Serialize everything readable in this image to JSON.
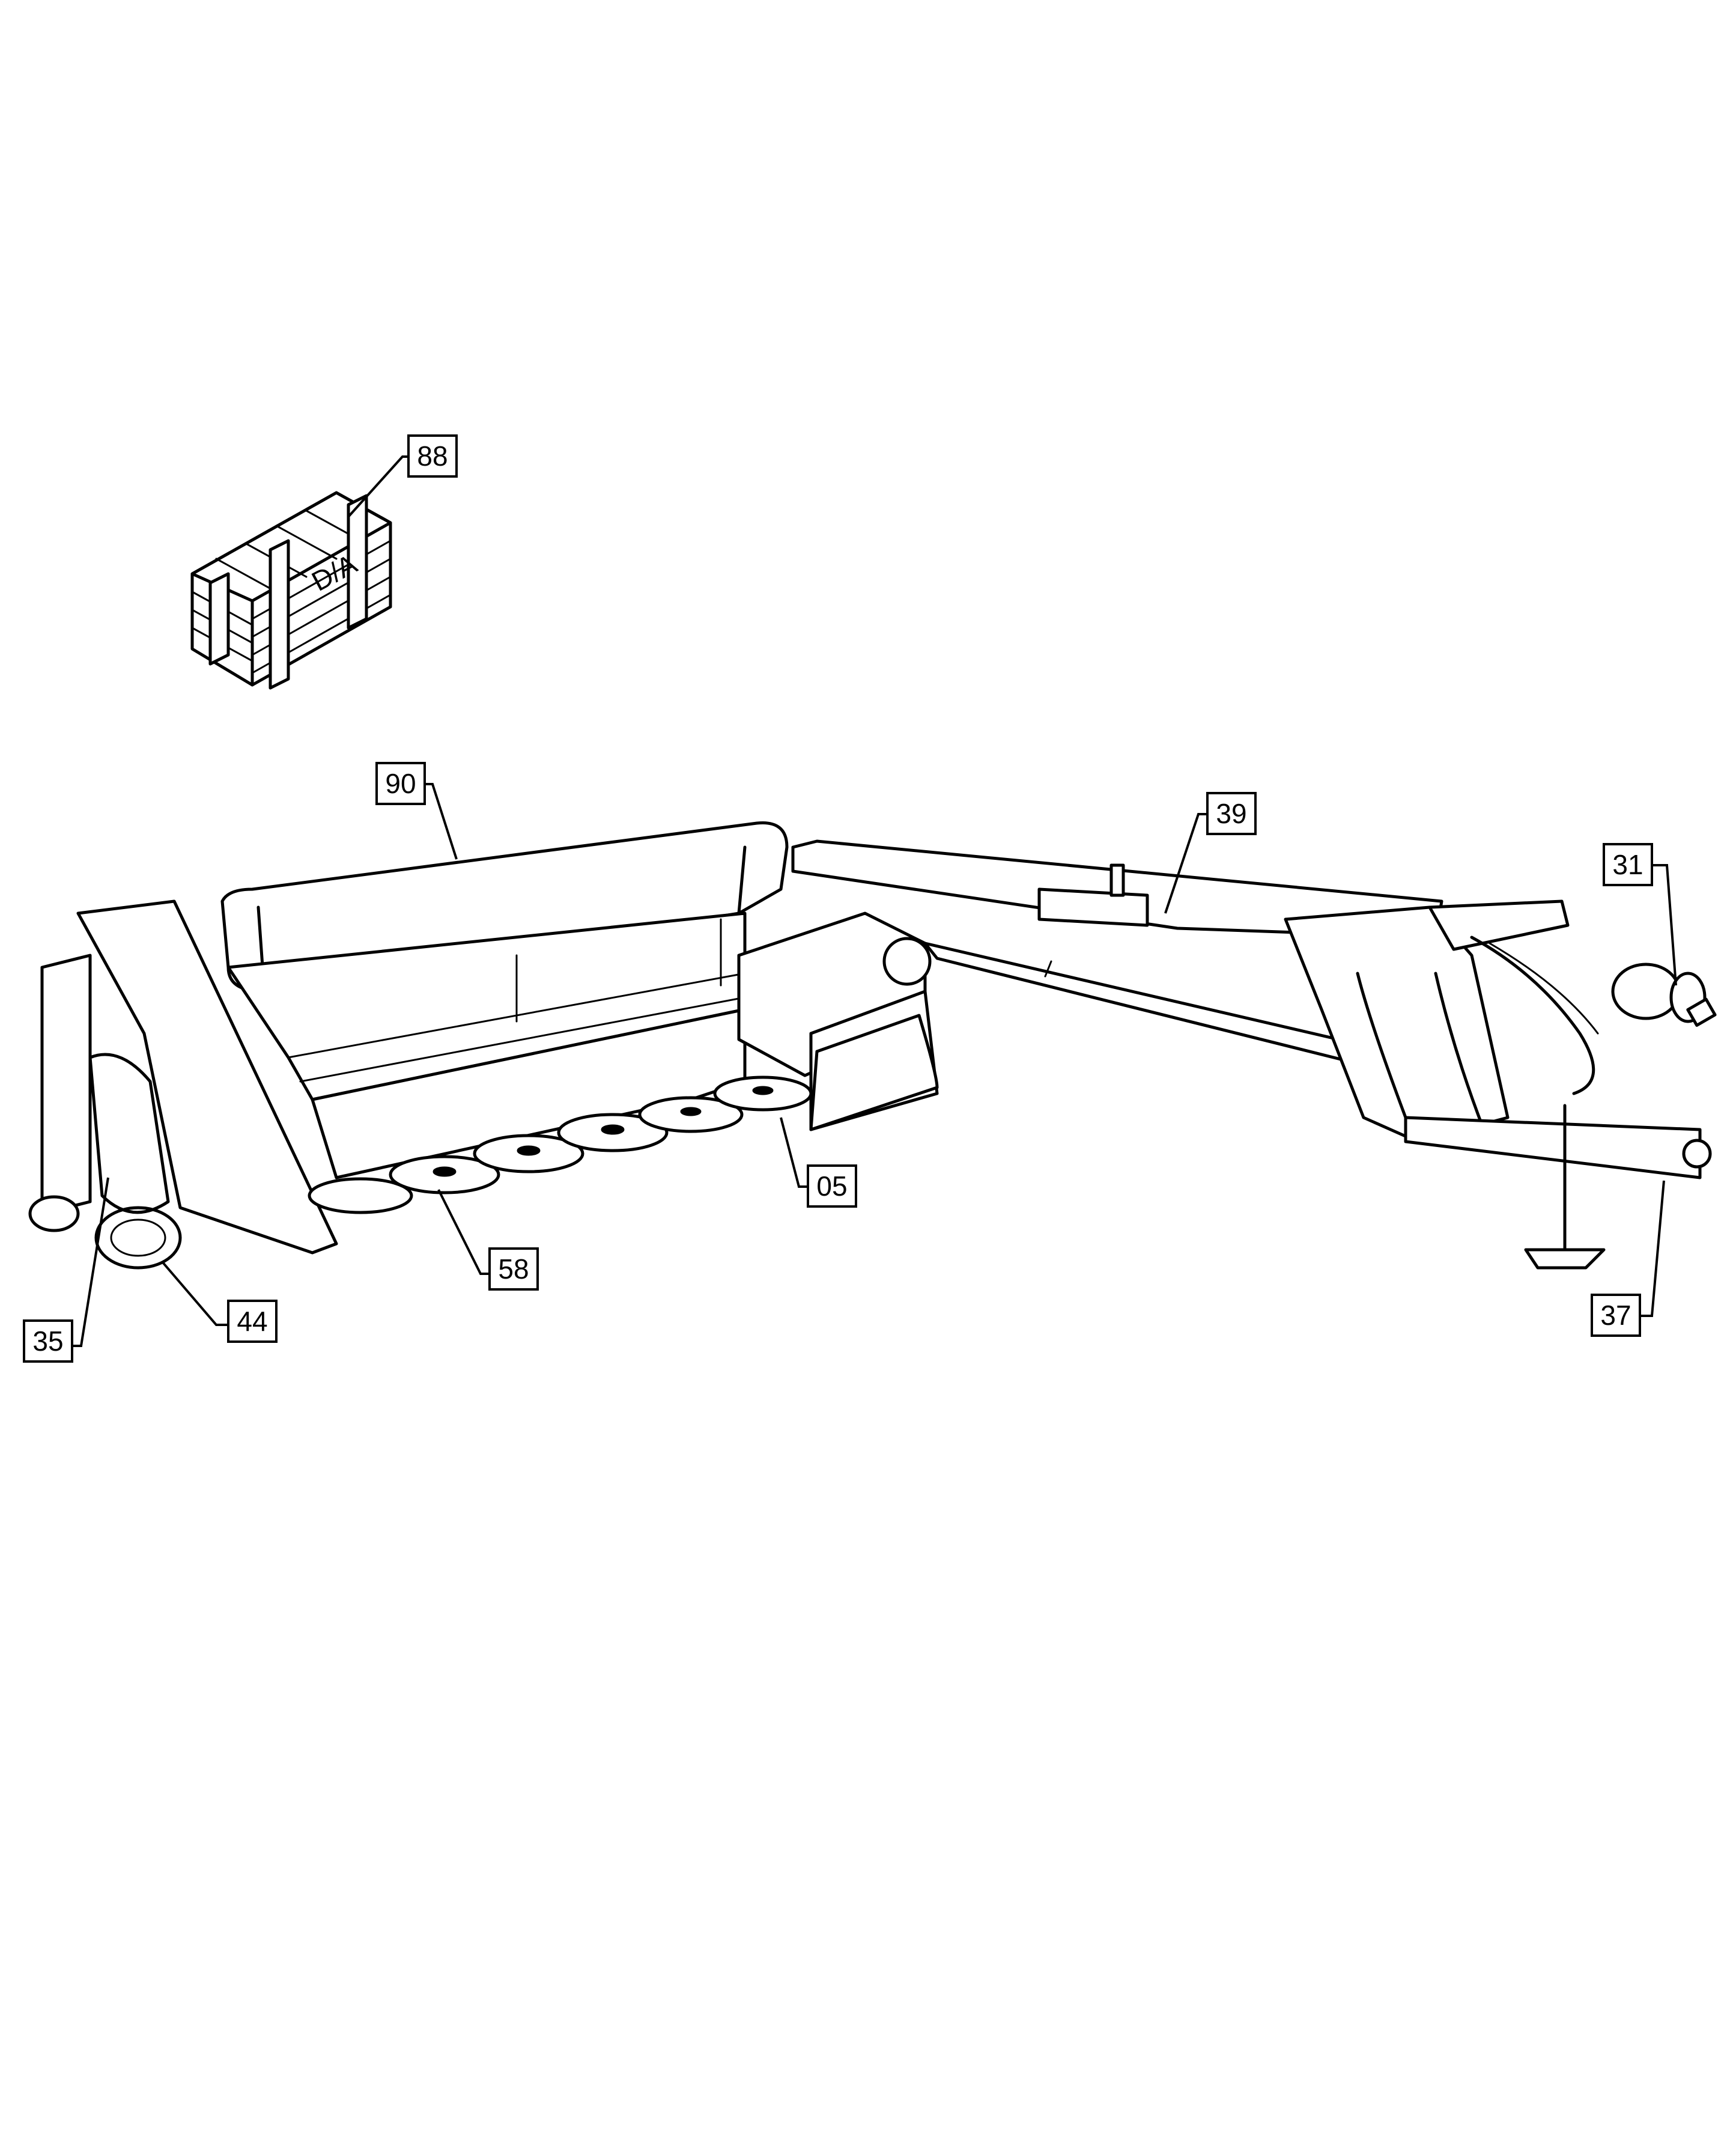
{
  "callouts": [
    {
      "id": "88",
      "label": "88"
    },
    {
      "id": "90",
      "label": "90"
    },
    {
      "id": "39",
      "label": "39"
    },
    {
      "id": "31",
      "label": "31"
    },
    {
      "id": "05",
      "label": "05"
    },
    {
      "id": "58",
      "label": "58"
    },
    {
      "id": "44",
      "label": "44"
    },
    {
      "id": "35",
      "label": "35"
    },
    {
      "id": "37",
      "label": "37"
    }
  ],
  "crate": {
    "stencil": "D/A"
  }
}
